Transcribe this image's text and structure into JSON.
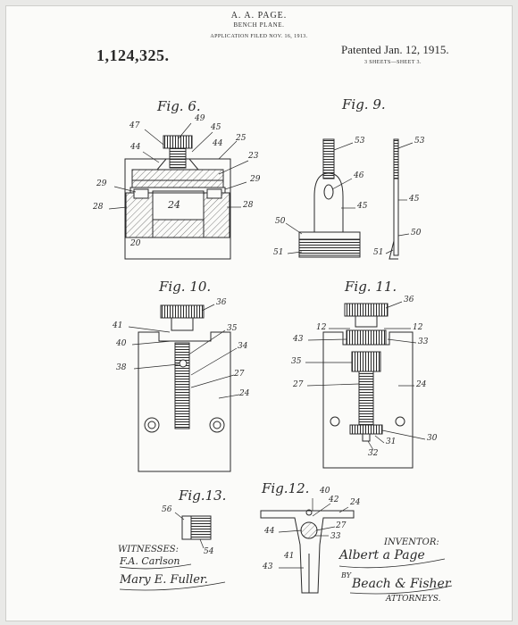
{
  "header": {
    "inventor_name": "A. A. PAGE.",
    "subject": "BENCH PLANE.",
    "application": "APPLICATION FILED NOV. 16, 1913.",
    "patent_number": "1,124,325.",
    "patented": "Patented Jan. 12, 1915.",
    "sheet_info": "3 SHEETS—SHEET 3."
  },
  "figures": {
    "fig6": "Fig. 6.",
    "fig9": "Fig. 9.",
    "fig10": "Fig. 10.",
    "fig11": "Fig. 11.",
    "fig12": "Fig.12.",
    "fig13": "Fig.13."
  },
  "labels": {
    "fig6": [
      "47",
      "49",
      "45",
      "44",
      "25",
      "44",
      "23",
      "29",
      "29",
      "28",
      "24",
      "28",
      "20"
    ],
    "fig9": [
      "53",
      "53",
      "46",
      "45",
      "45",
      "50",
      "50",
      "51",
      "51"
    ],
    "fig10": [
      "36",
      "41",
      "35",
      "40",
      "34",
      "38",
      "27",
      "24"
    ],
    "fig11": [
      "36",
      "12",
      "12",
      "43",
      "33",
      "35",
      "27",
      "24",
      "31",
      "30",
      "32"
    ],
    "fig12": [
      "40",
      "42",
      "24",
      "44",
      "27",
      "33",
      "41",
      "43"
    ],
    "fig13": [
      "56",
      "54"
    ]
  },
  "footer": {
    "witnesses_label": "WITNESSES:",
    "witness1": "F.A. Carlson",
    "witness2": "Mary E. Fuller.",
    "inventor_label": "INVENTOR:",
    "inventor_signature": "Albert a Page",
    "by": "BY",
    "attorneys_signature": "Beach & Fisher",
    "attorneys_label": "ATTORNEYS."
  },
  "colors": {
    "ink": "#2a2a2a",
    "paper": "#fbfbf9",
    "border": "#cfcfcb"
  }
}
